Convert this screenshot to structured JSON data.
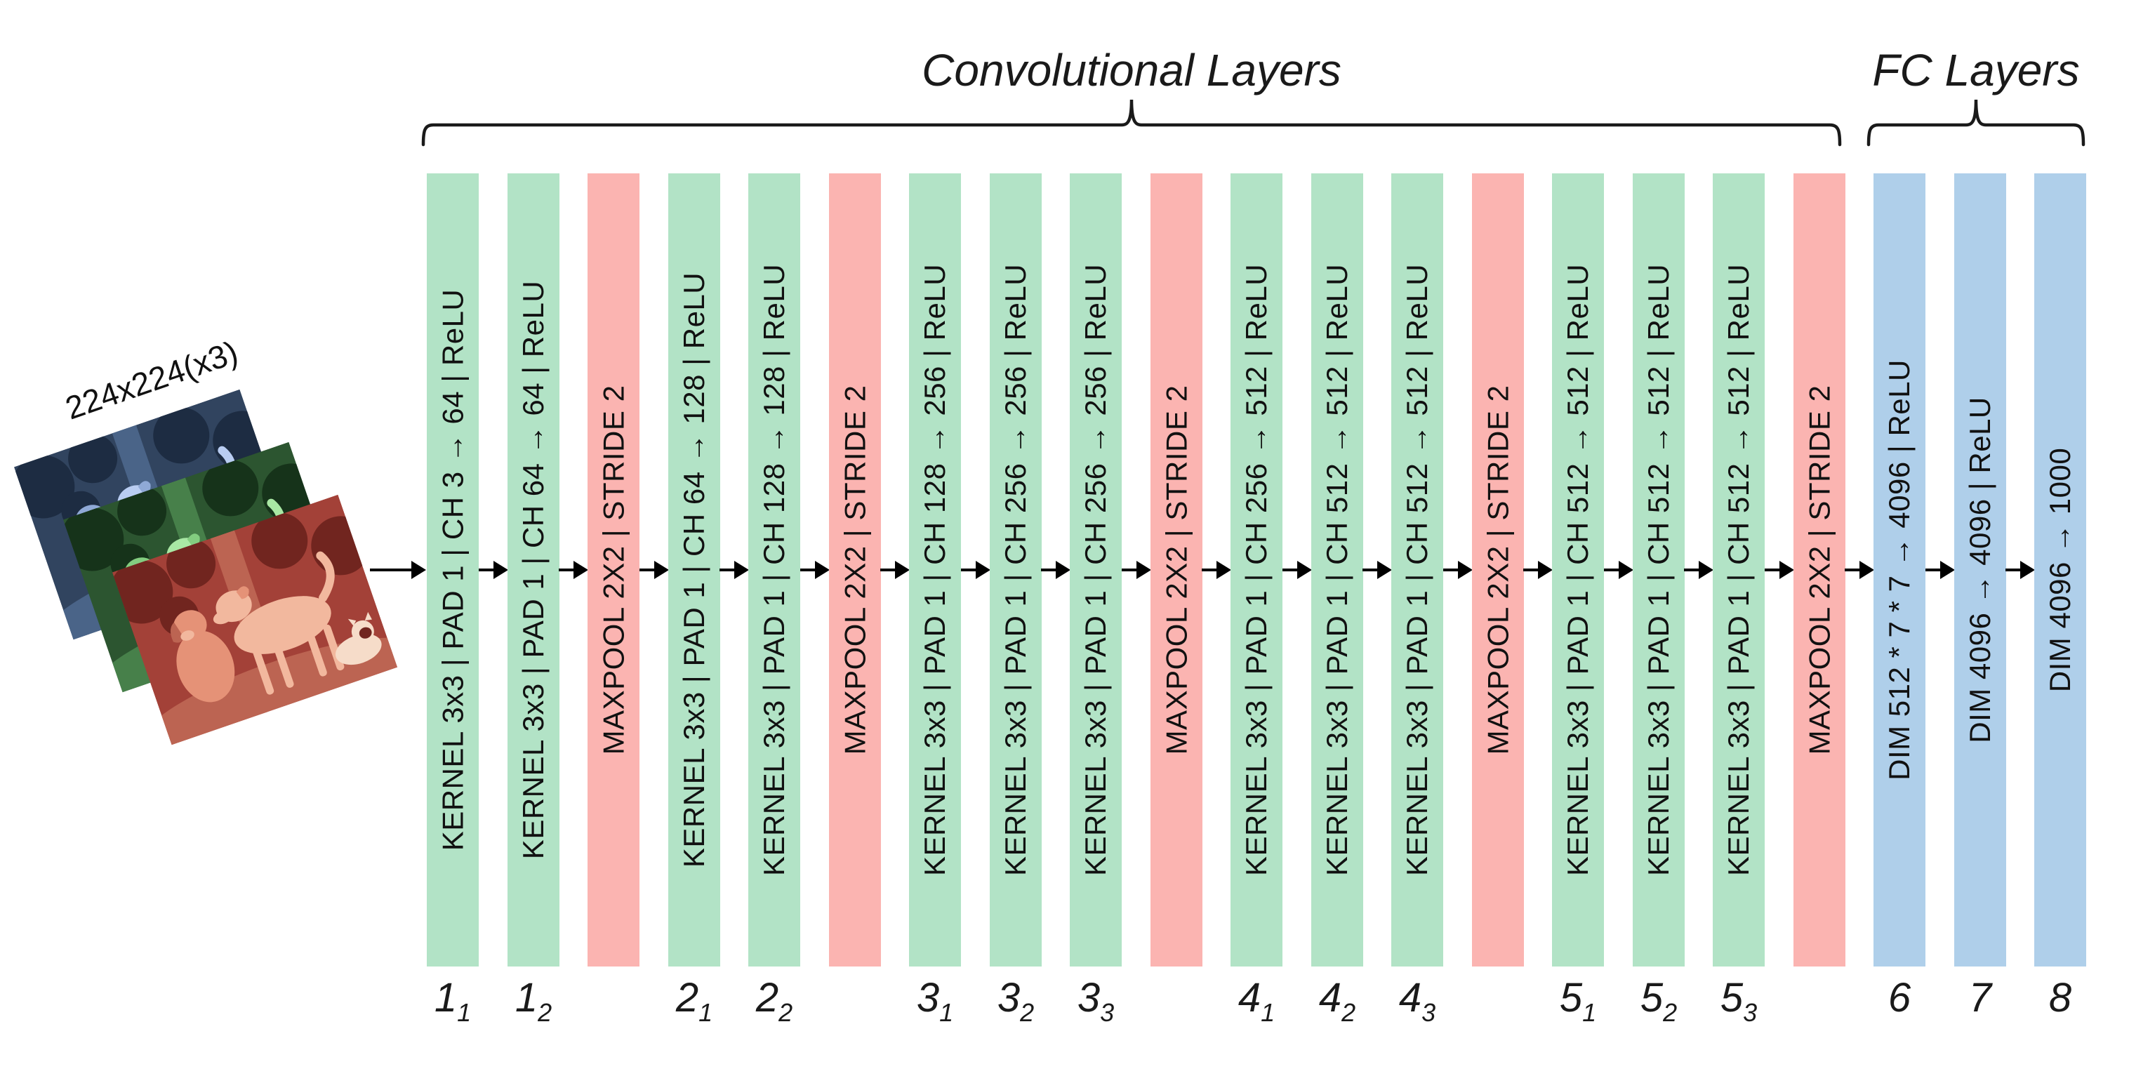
{
  "titles": {
    "conv": "Convolutional Layers",
    "fc": "FC Layers"
  },
  "input_label": "224x224(x3)",
  "colors": {
    "conv_bar": "#B2E3C6",
    "pool_bar": "#FBB4B1",
    "fc_bar": "#AFCFEA",
    "arrow": "#000000",
    "text": "#111111"
  },
  "layers": [
    {
      "type": "conv",
      "label": "KERNEL 3x3 | PAD 1 | CH 3 → 64 | ReLU",
      "tag": "1",
      "tag_sub": "1"
    },
    {
      "type": "conv",
      "label": "KERNEL 3x3 | PAD 1 | CH 64 → 64 | ReLU",
      "tag": "1",
      "tag_sub": "2"
    },
    {
      "type": "pool",
      "label": "MAXPOOL 2X2 | STRIDE 2"
    },
    {
      "type": "conv",
      "label": "KERNEL 3x3 | PAD 1 | CH 64 → 128 | ReLU",
      "tag": "2",
      "tag_sub": "1"
    },
    {
      "type": "conv",
      "label": "KERNEL 3x3 | PAD 1 | CH 128 → 128 | ReLU",
      "tag": "2",
      "tag_sub": "2"
    },
    {
      "type": "pool",
      "label": "MAXPOOL 2X2 | STRIDE 2"
    },
    {
      "type": "conv",
      "label": "KERNEL 3x3 | PAD 1 | CH 128 → 256 | ReLU",
      "tag": "3",
      "tag_sub": "1"
    },
    {
      "type": "conv",
      "label": "KERNEL 3x3 | PAD 1 | CH 256 → 256 | ReLU",
      "tag": "3",
      "tag_sub": "2"
    },
    {
      "type": "conv",
      "label": "KERNEL 3x3 | PAD 1 | CH 256 → 256 | ReLU",
      "tag": "3",
      "tag_sub": "3"
    },
    {
      "type": "pool",
      "label": "MAXPOOL 2X2 | STRIDE 2"
    },
    {
      "type": "conv",
      "label": "KERNEL 3x3 | PAD 1 | CH 256 → 512 | ReLU",
      "tag": "4",
      "tag_sub": "1"
    },
    {
      "type": "conv",
      "label": "KERNEL 3x3 | PAD 1 | CH 512 → 512 | ReLU",
      "tag": "4",
      "tag_sub": "2"
    },
    {
      "type": "conv",
      "label": "KERNEL 3x3 | PAD 1 | CH 512 → 512 | ReLU",
      "tag": "4",
      "tag_sub": "3"
    },
    {
      "type": "pool",
      "label": "MAXPOOL 2X2 | STRIDE 2"
    },
    {
      "type": "conv",
      "label": "KERNEL 3x3 | PAD 1 | CH 512 → 512 | ReLU",
      "tag": "5",
      "tag_sub": "1"
    },
    {
      "type": "conv",
      "label": "KERNEL 3x3 | PAD 1 | CH 512 → 512 | ReLU",
      "tag": "5",
      "tag_sub": "2"
    },
    {
      "type": "conv",
      "label": "KERNEL 3x3 | PAD 1 | CH 512 → 512 | ReLU",
      "tag": "5",
      "tag_sub": "3"
    },
    {
      "type": "pool",
      "label": "MAXPOOL 2X2 | STRIDE 2"
    },
    {
      "type": "fc",
      "label": "DIM 512 * 7 * 7 → 4096 | ReLU",
      "tag": "6"
    },
    {
      "type": "fc",
      "label": "DIM 4096 → 4096 | ReLU",
      "tag": "7"
    },
    {
      "type": "fc",
      "label": "DIM 4096 → 1000",
      "tag": "8"
    }
  ],
  "input_images": [
    {
      "channel": "blue"
    },
    {
      "channel": "green"
    },
    {
      "channel": "red"
    }
  ]
}
